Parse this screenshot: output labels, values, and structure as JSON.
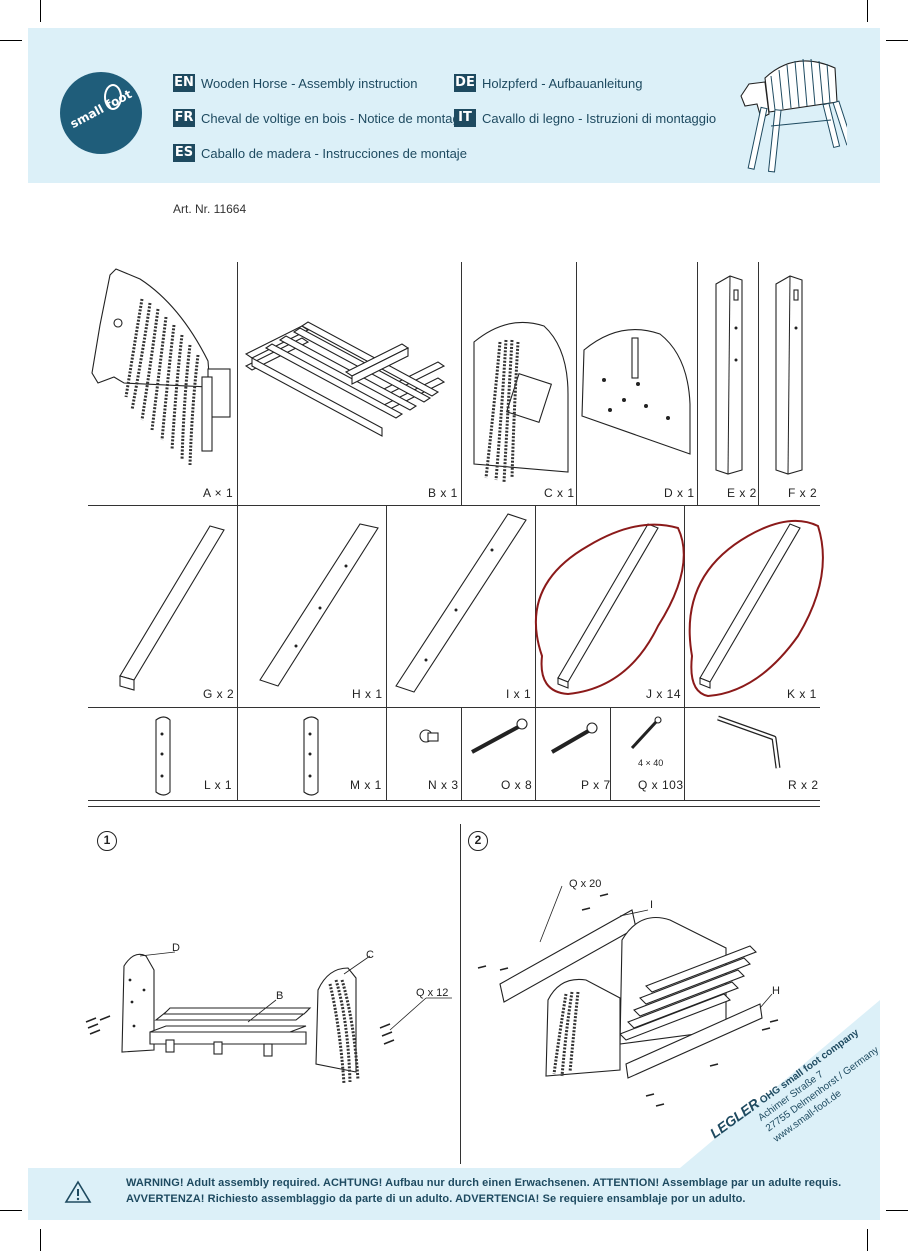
{
  "header": {
    "logo_text": "small foot",
    "languages": [
      {
        "code": "EN",
        "text": "Wooden Horse - Assembly instruction"
      },
      {
        "code": "DE",
        "text": "Holzpferd - Aufbauanleitung"
      },
      {
        "code": "FR",
        "text": "Cheval de voltige en bois - Notice de montage"
      },
      {
        "code": "IT",
        "text": "Cavallo di legno - Istruzioni di montaggio"
      },
      {
        "code": "ES",
        "text": "Caballo de madera  - Instrucciones de montaje"
      }
    ]
  },
  "article_number": "Art. Nr. 11664",
  "parts": [
    {
      "label": "A × 1"
    },
    {
      "label": "B x 1"
    },
    {
      "label": "C x 1"
    },
    {
      "label": "D x 1"
    },
    {
      "label": "E x 2"
    },
    {
      "label": "F x 2"
    },
    {
      "label": "G x 2"
    },
    {
      "label": "H x 1"
    },
    {
      "label": "I x 1"
    },
    {
      "label": "J x 14"
    },
    {
      "label": "K x 1"
    },
    {
      "label": "L x 1"
    },
    {
      "label": "M x 1"
    },
    {
      "label": "N x 3"
    },
    {
      "label": "O x 8"
    },
    {
      "label": "P x 7"
    },
    {
      "label": "Q x 103"
    },
    {
      "label": "R x 2"
    }
  ],
  "screw_size": "4 × 40",
  "steps": [
    {
      "number": "1",
      "callouts": {
        "d": "D",
        "c": "C",
        "b": "B",
        "q": "Q x 12"
      }
    },
    {
      "number": "2",
      "callouts": {
        "q": "Q x 20",
        "i": "I",
        "h": "H"
      }
    }
  ],
  "company": {
    "brand": "LEGLER",
    "name": "OHG small foot company",
    "street": "Achimer Straße 7",
    "city": "27755 Delmenhorst / Germany",
    "web": "www.small-foot.de"
  },
  "warning": {
    "line1": "WARNING! Adult assembly required.     ACHTUNG! Aufbau nur durch einen Erwachsenen.     ATTENTION! Assemblage par un adulte requis.",
    "line2": "AVVERTENZA! Richiesto assemblaggio da parte di un adulto.     ADVERTENCIA! Se requiere ensamblaje por un adulto."
  },
  "colors": {
    "band": "#dcf0f8",
    "accent": "#1e4a60",
    "highlight": "#8b1a1a"
  }
}
